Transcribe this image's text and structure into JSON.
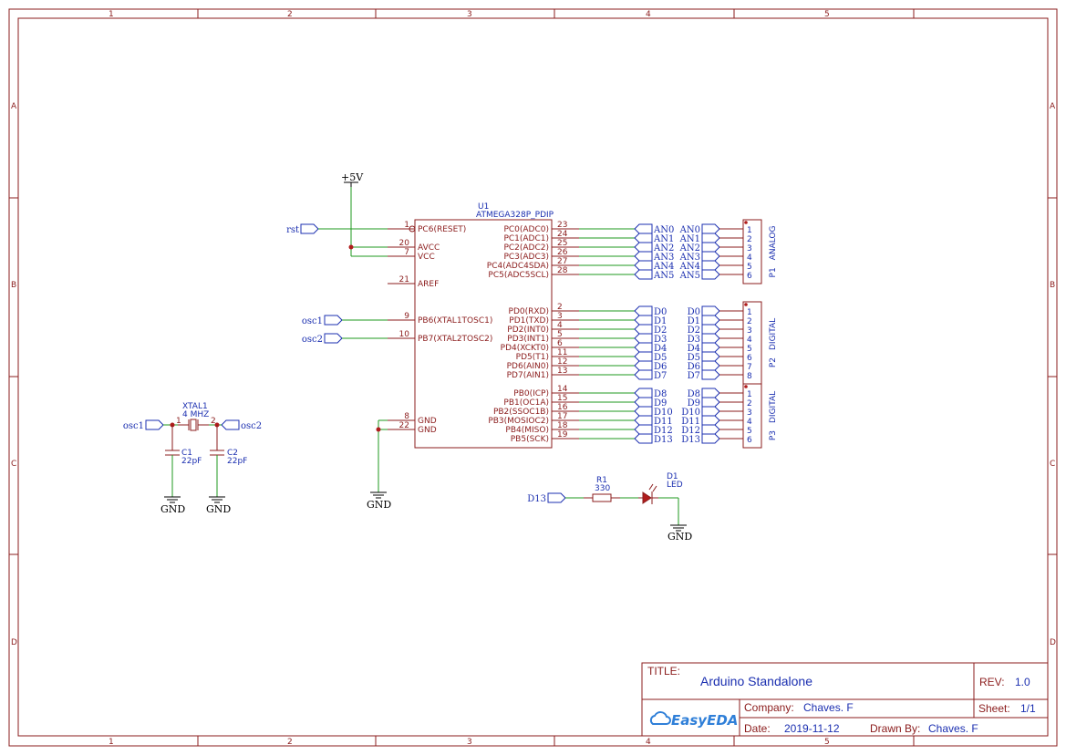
{
  "grid": {
    "columns": [
      "1",
      "2",
      "3",
      "4",
      "5"
    ],
    "rows": [
      "A",
      "B",
      "C",
      "D"
    ]
  },
  "power": {
    "vcc": "+5V",
    "gnd": "GND"
  },
  "u1": {
    "designator": "U1",
    "part": "ATMEGA328P_PDIP",
    "left_pins": [
      {
        "num": "1",
        "name": "PC6(RESET)"
      },
      {
        "num": "20",
        "name": "AVCC"
      },
      {
        "num": "7",
        "name": "VCC"
      },
      {
        "num": "21",
        "name": "AREF"
      },
      {
        "num": "9",
        "name": "PB6(XTAL1TOSC1)"
      },
      {
        "num": "10",
        "name": "PB7(XTAL2TOSC2)"
      },
      {
        "num": "8",
        "name": "GND"
      },
      {
        "num": "22",
        "name": "GND"
      }
    ],
    "right_pins": [
      {
        "num": "23",
        "name": "PC0(ADC0)",
        "net": "AN0"
      },
      {
        "num": "24",
        "name": "PC1(ADC1)",
        "net": "AN1"
      },
      {
        "num": "25",
        "name": "PC2(ADC2)",
        "net": "AN2"
      },
      {
        "num": "26",
        "name": "PC3(ADC3)",
        "net": "AN3"
      },
      {
        "num": "27",
        "name": "PC4(ADC4SDA)",
        "net": "AN4"
      },
      {
        "num": "28",
        "name": "PC5(ADC5SCL)",
        "net": "AN5"
      },
      {
        "num": "2",
        "name": "PD0(RXD)",
        "net": "D0"
      },
      {
        "num": "3",
        "name": "PD1(TXD)",
        "net": "D1"
      },
      {
        "num": "4",
        "name": "PD2(INT0)",
        "net": "D2"
      },
      {
        "num": "5",
        "name": "PD3(INT1)",
        "net": "D3"
      },
      {
        "num": "6",
        "name": "PD4(XCKT0)",
        "net": "D4"
      },
      {
        "num": "11",
        "name": "PD5(T1)",
        "net": "D5"
      },
      {
        "num": "12",
        "name": "PD6(AIN0)",
        "net": "D6"
      },
      {
        "num": "13",
        "name": "PD7(AIN1)",
        "net": "D7"
      },
      {
        "num": "14",
        "name": "PB0(ICP)",
        "net": "D8"
      },
      {
        "num": "15",
        "name": "PB1(OC1A)",
        "net": "D9"
      },
      {
        "num": "16",
        "name": "PB2(SSOC1B)",
        "net": "D10"
      },
      {
        "num": "17",
        "name": "PB3(MOSIOC2)",
        "net": "D11"
      },
      {
        "num": "18",
        "name": "PB4(MISO)",
        "net": "D12"
      },
      {
        "num": "19",
        "name": "PB5(SCK)",
        "net": "D13"
      }
    ]
  },
  "net_labels": {
    "rst": "rst",
    "osc1": "osc1",
    "osc2": "osc2",
    "d13": "D13"
  },
  "headers": [
    {
      "designator": "P1",
      "label": "ANALOG",
      "nets": [
        "AN0",
        "AN1",
        "AN2",
        "AN3",
        "AN4",
        "AN5"
      ],
      "pins": [
        "1",
        "2",
        "3",
        "4",
        "5",
        "6"
      ]
    },
    {
      "designator": "P2",
      "label": "DIGITAL",
      "nets": [
        "D0",
        "D1",
        "D2",
        "D3",
        "D4",
        "D5",
        "D6",
        "D7"
      ],
      "pins": [
        "1",
        "2",
        "3",
        "4",
        "5",
        "6",
        "7",
        "8"
      ]
    },
    {
      "designator": "P3",
      "label": "DIGITAL",
      "nets": [
        "D8",
        "D9",
        "D10",
        "D11",
        "D12",
        "D13"
      ],
      "pins": [
        "1",
        "2",
        "3",
        "4",
        "5",
        "6"
      ]
    }
  ],
  "crystal": {
    "designator": "XTAL1",
    "value": "4 MHZ",
    "pin1": "1",
    "pin2": "2"
  },
  "caps": [
    {
      "designator": "C1",
      "value": "22pF"
    },
    {
      "designator": "C2",
      "value": "22pF"
    }
  ],
  "resistor": {
    "designator": "R1",
    "value": "330"
  },
  "led": {
    "designator": "D1",
    "value": "LED"
  },
  "title_block": {
    "title_label": "TITLE:",
    "title": "Arduino Standalone",
    "rev_label": "REV:",
    "rev": "1.0",
    "company_label": "Company:",
    "company": "Chaves. F",
    "sheet_label": "Sheet:",
    "sheet": "1/1",
    "date_label": "Date:",
    "date": "2019-11-12",
    "drawn_label": "Drawn By:",
    "drawn_by": "Chaves. F",
    "logo": "EasyEDA"
  },
  "colors": {
    "frame": "#8b1c1c",
    "wire": "#1f9a1f",
    "net": "#1b2fb0",
    "logo": "#2f7fd8"
  }
}
